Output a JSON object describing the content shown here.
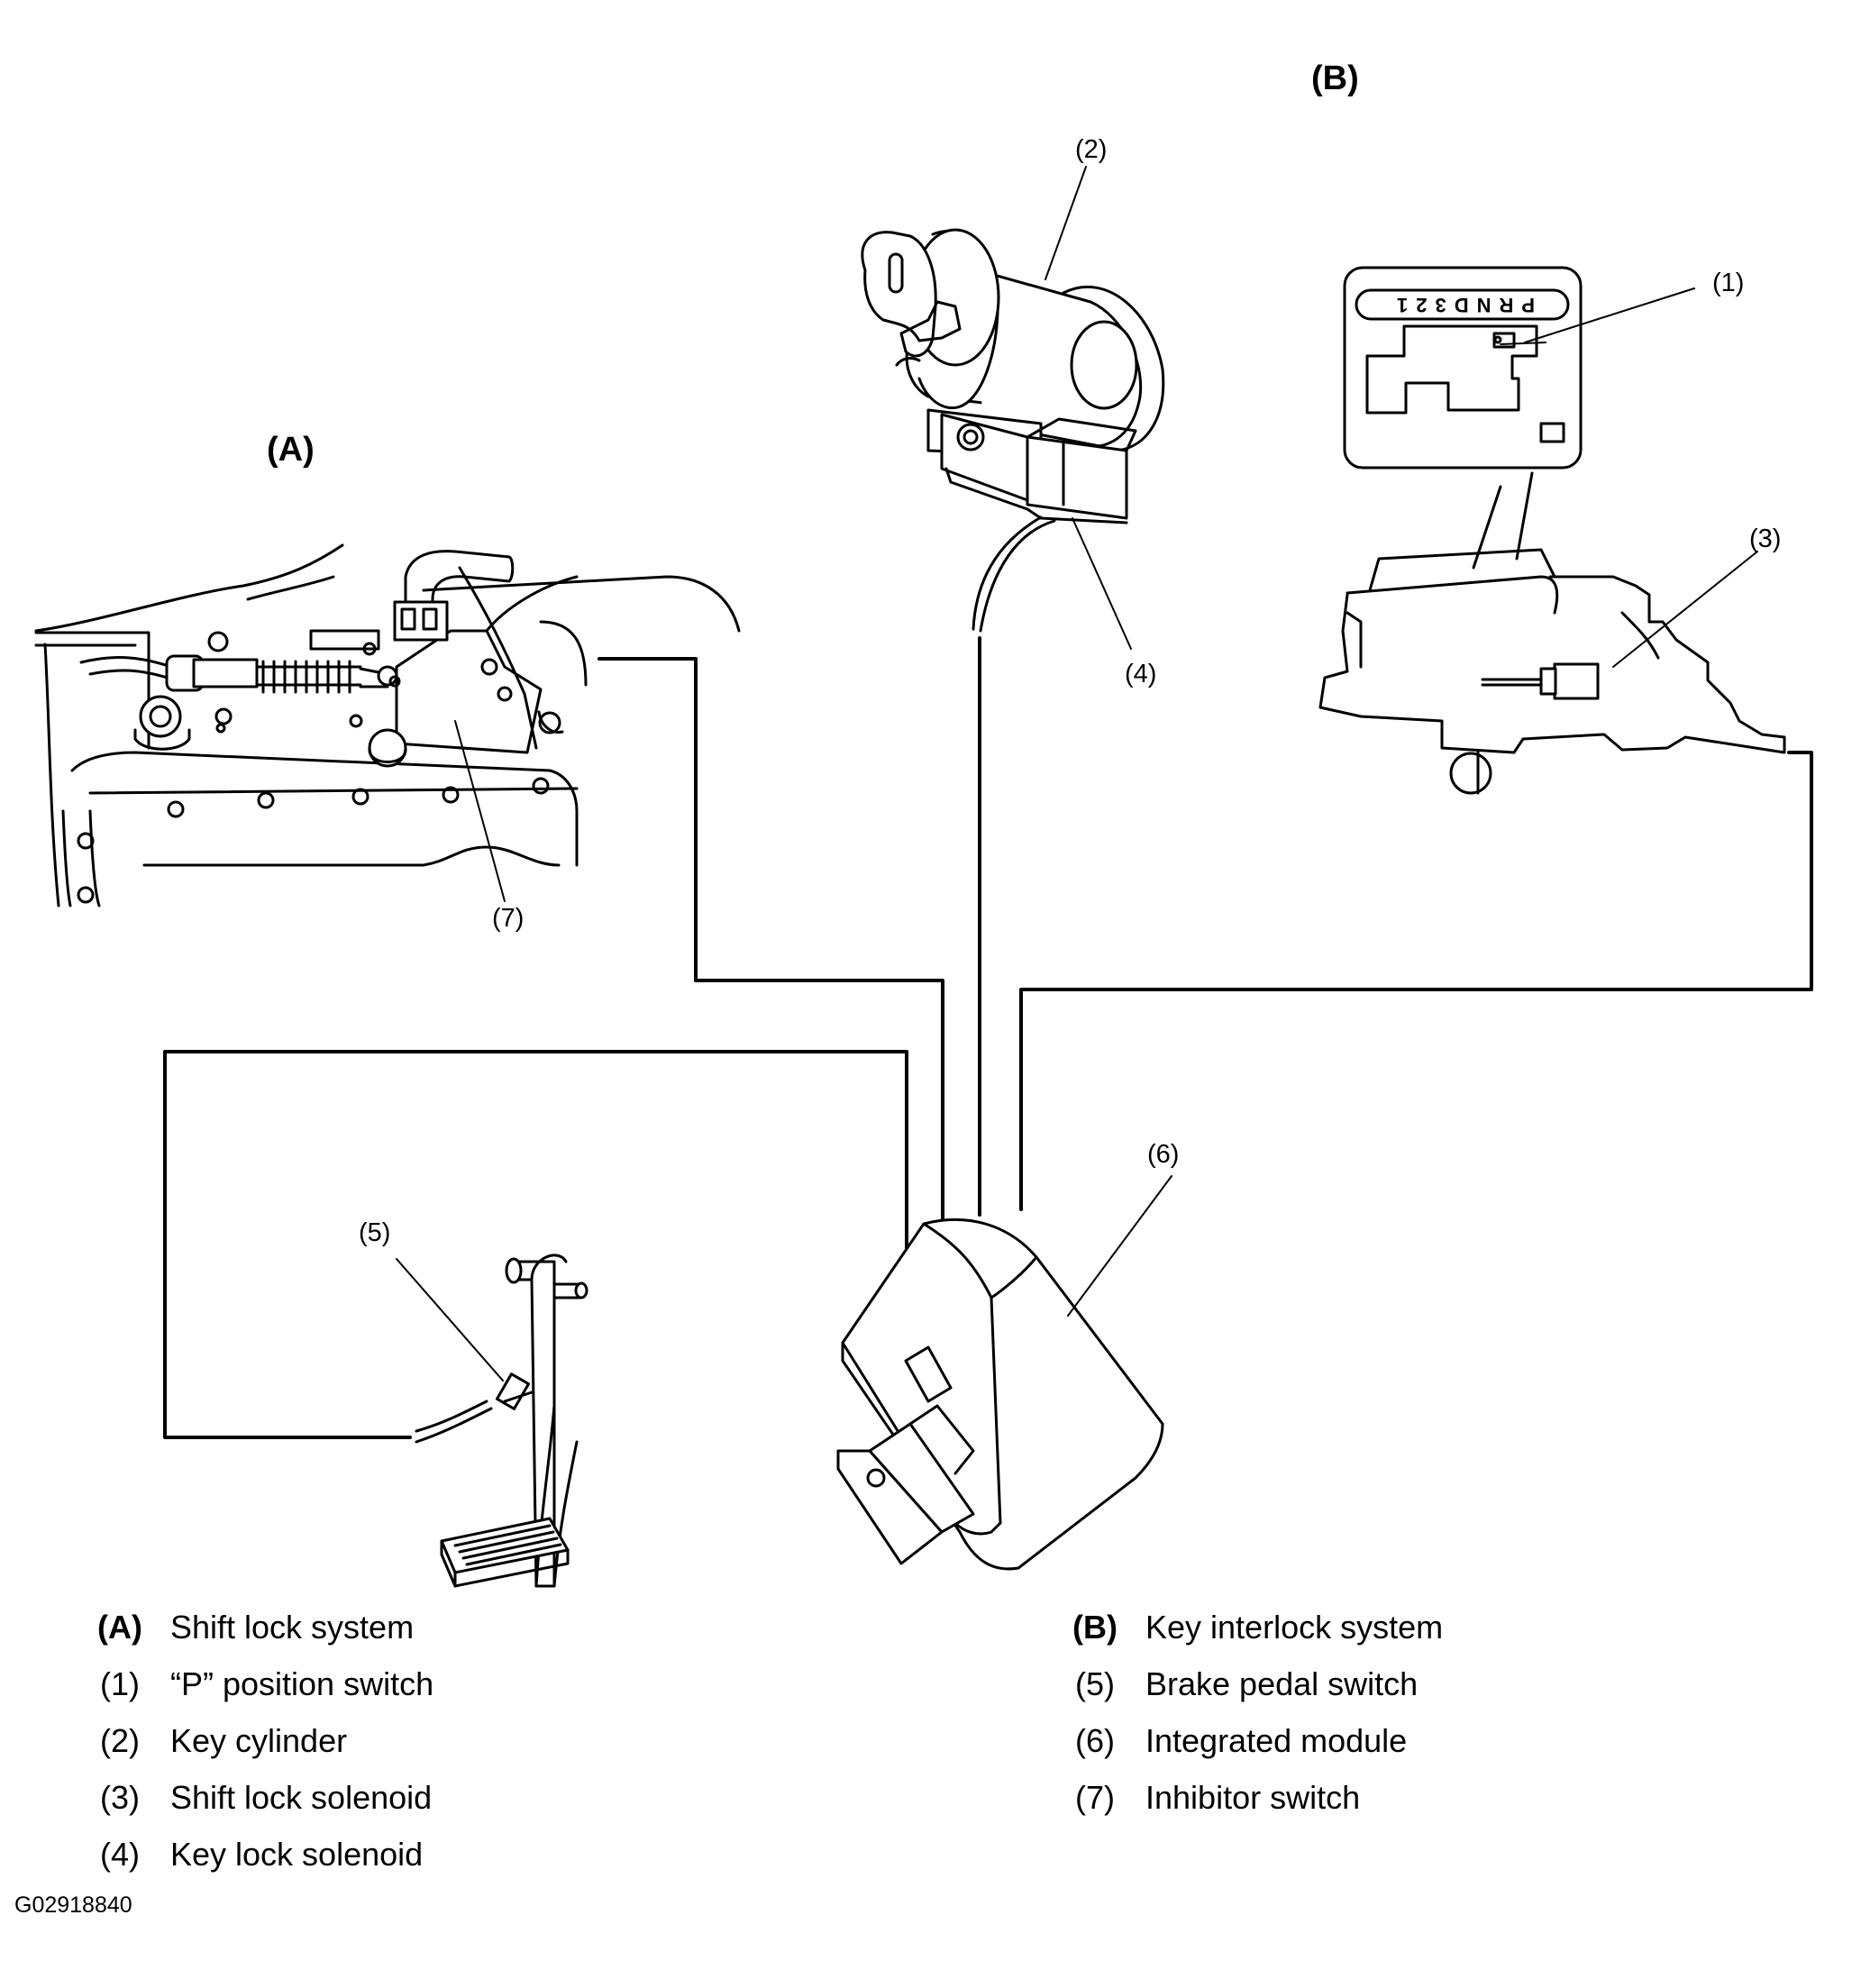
{
  "section_labels": {
    "a": "(A)",
    "b": "(B)"
  },
  "callouts": {
    "c1": "(1)",
    "c2": "(2)",
    "c3": "(3)",
    "c4": "(4)",
    "c5": "(5)",
    "c6": "(6)",
    "c7": "(7)"
  },
  "shifter_gate_letters": "PRND321",
  "legend_left": [
    {
      "code": "(A)",
      "text": "Shift lock system"
    },
    {
      "code": "(1)",
      "text": "“P” position switch"
    },
    {
      "code": "(2)",
      "text": "Key cylinder"
    },
    {
      "code": "(3)",
      "text": "Shift lock solenoid"
    },
    {
      "code": "(4)",
      "text": "Key lock solenoid"
    }
  ],
  "legend_right": [
    {
      "code": "(B)",
      "text": "Key interlock system"
    },
    {
      "code": "(5)",
      "text": "Brake pedal switch"
    },
    {
      "code": "(6)",
      "text": "Integrated module"
    },
    {
      "code": "(7)",
      "text": "Inhibitor switch"
    }
  ],
  "figure_id": "G02918840"
}
